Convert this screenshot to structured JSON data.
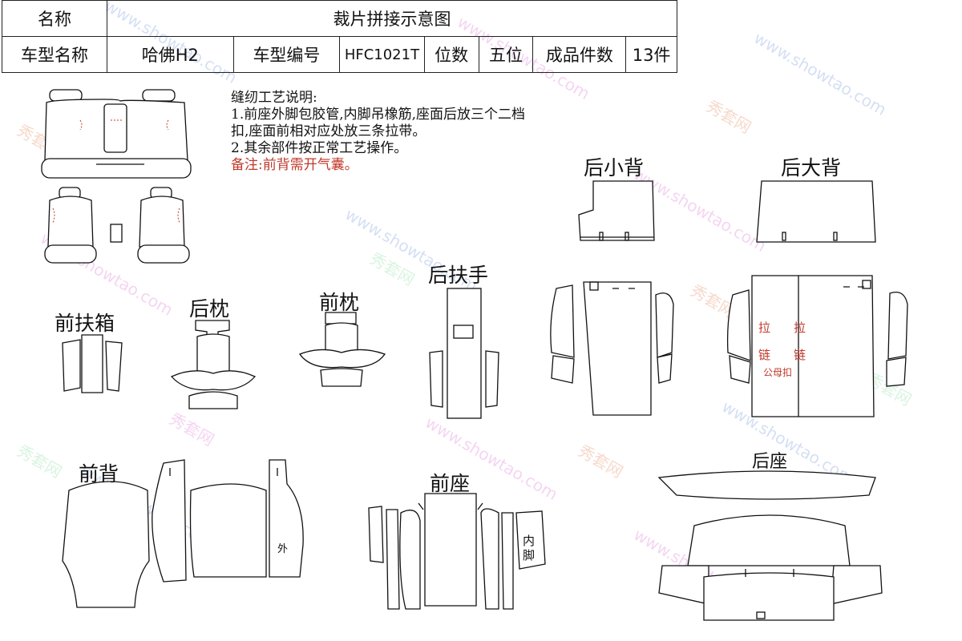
{
  "header": {
    "name_label": "名称",
    "title": "裁片拼接示意图",
    "model_name_label": "车型名称",
    "model_name": "哈佛H2",
    "model_code_label": "车型编号",
    "model_code": "HFC1021T",
    "seats_label": "位数",
    "seats": "五位",
    "count_label": "成品件数",
    "count": "13件"
  },
  "notes": {
    "heading": "缝纫工艺说明:",
    "line1": "1.前座外脚包胶管,内脚吊橡筋,座面后放三个二档",
    "line2": "扣,座面前相对应处放三条拉带。",
    "line3": "2.其余部件按正常工艺操作。",
    "remark": "备注:前背需开气囊。"
  },
  "labels": {
    "rear_small_back": "后小背",
    "rear_big_back": "后大背",
    "front_armrest_box": "前扶箱",
    "rear_pillow": "后枕",
    "front_pillow": "前枕",
    "rear_armrest": "后扶手",
    "front_back": "前背",
    "front_seat": "前座",
    "rear_seat": "后座",
    "outer": "外",
    "inner_leg": "内脚",
    "zipper_1": "拉",
    "zipper_2": "拉",
    "chain_1": "链",
    "chain_2": "链",
    "snap": "公母扣"
  },
  "watermark": {
    "brand": "秀套网",
    "url": "www.showtao.com"
  }
}
